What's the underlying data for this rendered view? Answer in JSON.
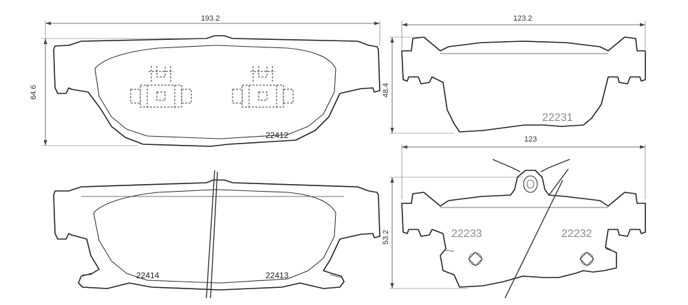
{
  "dimensions": {
    "front_width": "193.2",
    "front_height": "64.6",
    "rear_top_width": "123.2",
    "rear_top_height": "48.4",
    "rear_bottom_width": "123",
    "rear_bottom_height": "53.2"
  },
  "part_numbers": {
    "front_top": "22412",
    "front_bottom_left": "22414",
    "front_bottom_right": "22413",
    "rear_top": "22231",
    "rear_bottom_left": "22233",
    "rear_bottom_right": "22232"
  }
}
